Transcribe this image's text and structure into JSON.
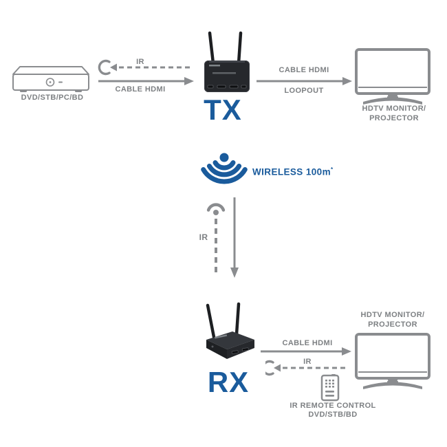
{
  "colors": {
    "outline_gray": "#8a8c8f",
    "label_gray": "#7d8083",
    "accent_blue": "#1a5b9c",
    "device_black": "#26282c"
  },
  "top_row": {
    "source": {
      "label": "DVD/STB/PC/BD",
      "icon": "media-player-icon"
    },
    "ir_back_link": {
      "label": "IR",
      "icon": "ir-receiver-icon",
      "style": "dashed-arrow-left"
    },
    "hdmi_in_link": {
      "label": "CABLE HDMI",
      "style": "solid-arrow-right"
    },
    "transmitter": {
      "label": "TX",
      "icon": "tx-device-icon"
    },
    "hdmi_out_link": {
      "label": "CABLE HDMI",
      "sublabel": "LOOPOUT",
      "style": "solid-arrow-right"
    },
    "display": {
      "label_line1": "HDTV MONITOR/",
      "label_line2": "PROJECTOR",
      "icon": "monitor-icon"
    }
  },
  "wireless_link": {
    "label": "WIRELESS 100m",
    "asterisk": "*",
    "icon": "wifi-signal-icon"
  },
  "vertical_link": {
    "ir_label": "IR",
    "icon": "ir-emitter-icon",
    "style": "dashed-down-plus-solid-arrow-down"
  },
  "bottom_row": {
    "receiver": {
      "label": "RX",
      "icon": "rx-device-icon"
    },
    "display": {
      "label_line1": "HDTV MONITOR/",
      "label_line2": "PROJECTOR",
      "icon": "monitor-icon"
    },
    "hdmi_out_link": {
      "label": "CABLE HDMI",
      "style": "solid-arrow-right"
    },
    "ir_back_link": {
      "label": "IR",
      "icon": "ir-receiver-icon",
      "style": "dashed-arrow-left"
    },
    "remote": {
      "label_line1": "IR REMOTE CONTROL",
      "label_line2": "DVD/STB/BD",
      "icon": "remote-control-icon"
    }
  }
}
